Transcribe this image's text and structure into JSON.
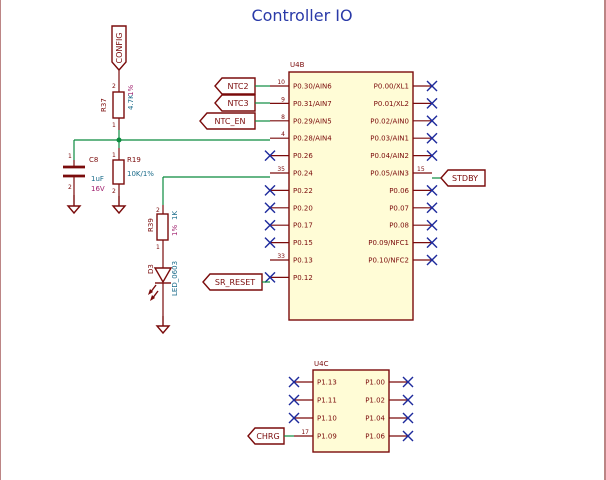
{
  "title": "Controller IO",
  "u4b": {
    "ref": "U4B",
    "left_pins": [
      {
        "num": "10",
        "name": "P0.30/AIN6"
      },
      {
        "num": "9",
        "name": "P0.31/AIN7"
      },
      {
        "num": "8",
        "name": "P0.29/AIN5"
      },
      {
        "num": "4",
        "name": "P0.28/AIN4"
      },
      {
        "num": "",
        "name": "P0.26"
      },
      {
        "num": "35",
        "name": "P0.24"
      },
      {
        "num": "",
        "name": "P0.22"
      },
      {
        "num": "",
        "name": "P0.20"
      },
      {
        "num": "",
        "name": "P0.17"
      },
      {
        "num": "",
        "name": "P0.15"
      },
      {
        "num": "33",
        "name": "P0.13"
      },
      {
        "num": "",
        "name": "P0.12"
      }
    ],
    "right_pins": [
      {
        "num": "",
        "name": "P0.00/XL1"
      },
      {
        "num": "",
        "name": "P0.01/XL2"
      },
      {
        "num": "",
        "name": "P0.02/AIN0"
      },
      {
        "num": "",
        "name": "P0.03/AIN1"
      },
      {
        "num": "",
        "name": "P0.04/AIN2"
      },
      {
        "num": "15",
        "name": "P0.05/AIN3"
      },
      {
        "num": "",
        "name": "P0.06"
      },
      {
        "num": "",
        "name": "P0.07"
      },
      {
        "num": "",
        "name": "P0.08"
      },
      {
        "num": "",
        "name": "P0.09/NFC1"
      },
      {
        "num": "",
        "name": "P0.10/NFC2"
      }
    ]
  },
  "u4c": {
    "ref": "U4C",
    "left_pins": [
      {
        "num": "",
        "name": "P1.13"
      },
      {
        "num": "",
        "name": "P1.11"
      },
      {
        "num": "",
        "name": "P1.10"
      },
      {
        "num": "17",
        "name": "P1.09"
      }
    ],
    "right_pins": [
      {
        "num": "",
        "name": "P1.00"
      },
      {
        "num": "",
        "name": "P1.02"
      },
      {
        "num": "",
        "name": "P1.04"
      },
      {
        "num": "",
        "name": "P1.06"
      }
    ]
  },
  "nets": {
    "ntc2": "NTC2",
    "ntc3": "NTC3",
    "ntc_en": "NTC_EN",
    "sr_reset": "SR_RESET",
    "stdby": "STDBY",
    "chrg": "CHRG",
    "config": "CONFIG"
  },
  "components": {
    "r37": {
      "ref": "R37",
      "value": "4.7K",
      "tol": "1%"
    },
    "r19": {
      "ref": "R19",
      "value": "10K/1%"
    },
    "c8": {
      "ref": "C8",
      "value": "1uF",
      "voltage": "16V"
    },
    "r39": {
      "ref": "R39",
      "value": "1K",
      "tol": "1%"
    },
    "led": {
      "ref": "D3",
      "value": "LED_0603"
    }
  },
  "pin_numbers": {
    "one": "1",
    "two": "2"
  }
}
